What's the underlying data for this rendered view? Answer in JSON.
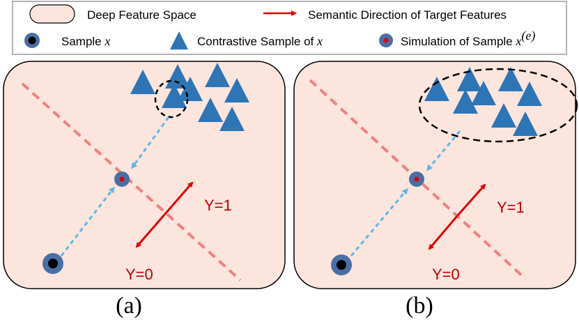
{
  "legend": {
    "deep_feature_space": "Deep Feature Space",
    "semantic_direction": "Semantic Direction of Target Features",
    "sample_label": "Sample",
    "sample_var": "x",
    "contrastive_label": "Contrastive Sample of",
    "contrastive_var": "x",
    "simulation_label": "Simulation of Sample",
    "simulation_var": "x",
    "simulation_sup": "(e)"
  },
  "panels": [
    {
      "caption": "(a)",
      "y1": "Y=1",
      "y0": "Y=0"
    },
    {
      "caption": "(b)",
      "y1": "Y=1",
      "y0": "Y=0"
    }
  ],
  "colors": {
    "feature_space_fill": "#fbe5dd",
    "boundary": "#f08080",
    "triangle": "#2e75b6",
    "sample_ring": "#4a6fa5",
    "dash_arrow": "#5bb8e8",
    "semantic_arrow": "#e00000",
    "label_red": "#c00000"
  }
}
